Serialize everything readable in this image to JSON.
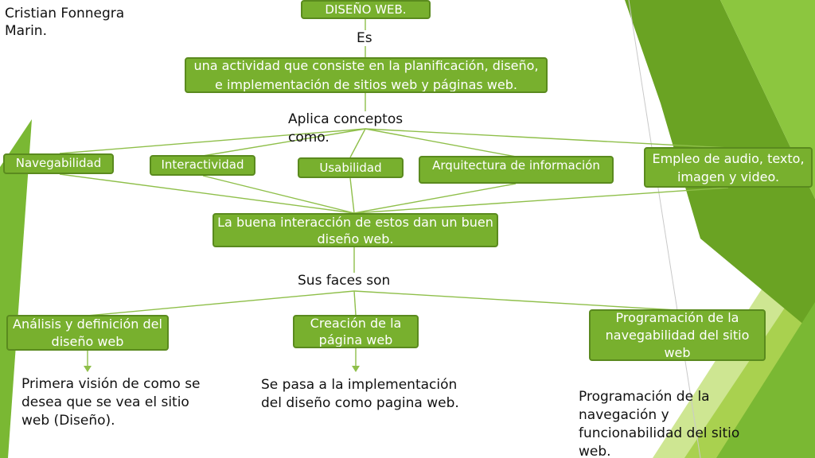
{
  "author": {
    "name": "Cristian Fonnegra Marin."
  },
  "nodes": {
    "title": "DISEÑO WEB.",
    "es": "Es",
    "definition": "una actividad que consiste en la planificación, diseño, e implementación de sitios web y páginas web.",
    "aplica": "Aplica conceptos como.",
    "concepts": [
      "Navegabilidad",
      "Interactividad",
      "Usabilidad",
      "Arquitectura de información",
      "Empleo de  audio, texto, imagen y video."
    ],
    "interaction": "La buena interacción de estos dan un buen diseño web.",
    "faces": "Sus faces son",
    "phases": [
      "Análisis y definición del diseño web",
      "Creación de la página web",
      "Programación de la navegabilidad del sitio web"
    ],
    "descriptions": [
      "Primera visión de como se desea que se vea el sitio web (Diseño).",
      "Se pasa a la implementación del diseño como pagina web.",
      "Programación de la navegación y funcionabilidad del sitio web."
    ]
  },
  "colors": {
    "box_fill": "#78b02e",
    "box_border": "#5a8a1e",
    "connector": "#8fbf4a",
    "decoration_dark": "#6aa323",
    "decoration_light": "#b8dc6a"
  }
}
